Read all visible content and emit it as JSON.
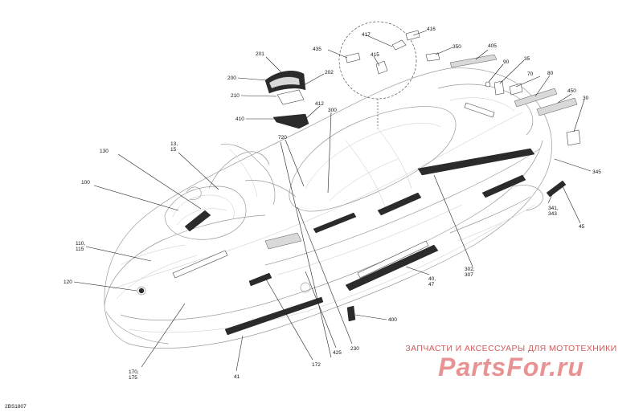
{
  "diagram": {
    "drawing_id": "2BS1807",
    "callouts": [
      {
        "id": "c201",
        "lines": [
          "201"
        ]
      },
      {
        "id": "c200",
        "lines": [
          "200"
        ]
      },
      {
        "id": "c202",
        "lines": [
          "202"
        ]
      },
      {
        "id": "c210",
        "lines": [
          "210"
        ]
      },
      {
        "id": "c410",
        "lines": [
          "410"
        ]
      },
      {
        "id": "c412",
        "lines": [
          "412"
        ]
      },
      {
        "id": "c300",
        "lines": [
          "300"
        ]
      },
      {
        "id": "c435",
        "lines": [
          "435"
        ]
      },
      {
        "id": "c417",
        "lines": [
          "417"
        ]
      },
      {
        "id": "c415",
        "lines": [
          "415"
        ]
      },
      {
        "id": "c416",
        "lines": [
          "416"
        ]
      },
      {
        "id": "c350",
        "lines": [
          "350"
        ]
      },
      {
        "id": "c405",
        "lines": [
          "405"
        ]
      },
      {
        "id": "c90",
        "lines": [
          "90"
        ]
      },
      {
        "id": "c35",
        "lines": [
          "35"
        ]
      },
      {
        "id": "c70",
        "lines": [
          "70"
        ]
      },
      {
        "id": "c80",
        "lines": [
          "80"
        ]
      },
      {
        "id": "c450",
        "lines": [
          "450"
        ]
      },
      {
        "id": "c30",
        "lines": [
          "30"
        ]
      },
      {
        "id": "c13",
        "lines": [
          "13,",
          "15"
        ]
      },
      {
        "id": "c720",
        "lines": [
          "720"
        ]
      },
      {
        "id": "c130",
        "lines": [
          "130"
        ]
      },
      {
        "id": "c100",
        "lines": [
          "100"
        ]
      },
      {
        "id": "c345",
        "lines": [
          "345"
        ]
      },
      {
        "id": "c341",
        "lines": [
          "341,",
          "343"
        ]
      },
      {
        "id": "c45",
        "lines": [
          "45"
        ]
      },
      {
        "id": "c110",
        "lines": [
          "110,",
          "115"
        ]
      },
      {
        "id": "c302",
        "lines": [
          "302,",
          "307"
        ]
      },
      {
        "id": "c120",
        "lines": [
          "120"
        ]
      },
      {
        "id": "c40",
        "lines": [
          "40,",
          "47"
        ]
      },
      {
        "id": "c400",
        "lines": [
          "400"
        ]
      },
      {
        "id": "c425",
        "lines": [
          "425"
        ]
      },
      {
        "id": "c230",
        "lines": [
          "230"
        ]
      },
      {
        "id": "c172",
        "lines": [
          "172"
        ]
      },
      {
        "id": "c170",
        "lines": [
          "170,",
          "175"
        ]
      },
      {
        "id": "c41",
        "lines": [
          "41"
        ]
      }
    ]
  },
  "watermark": {
    "subtitle": "ЗАПЧАСТИ И АКСЕССУАРЫ ДЛЯ МОТОТЕХНИКИ",
    "brand": "PartsFor.ru"
  },
  "colors": {
    "line": "#222222",
    "hull": "#9a9a9a",
    "watermark": "#d43c3c"
  }
}
